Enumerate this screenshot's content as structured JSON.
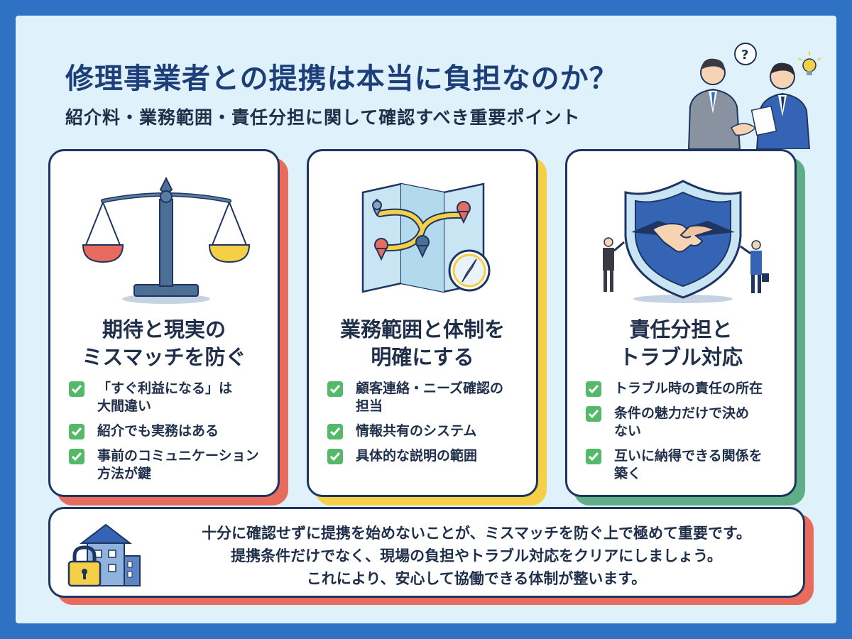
{
  "header": {
    "title": "修理事業者との提携は本当に負担なのか？",
    "subtitle": "紹介料・業務範囲・責任分担に関して確認すべき重要ポイント"
  },
  "colors": {
    "frame": "#2f72c4",
    "background": "#dff1fa",
    "title": "#1d3f79",
    "check": "#55b96a",
    "card1_accent": "#e86c5e",
    "card2_accent": "#f5cf45",
    "card3_accent": "#5fae85"
  },
  "icons": {
    "header": "business-handshake-illustration",
    "card1": "balance-scale-icon",
    "card2": "map-with-compass-icon",
    "card3": "shield-handshake-icon",
    "bottom": "building-lock-icon",
    "check": "check-box-icon"
  },
  "cards": [
    {
      "title_lines": [
        "期待と現実の",
        "ミスマッチを防ぐ"
      ],
      "items": [
        "「すぐ利益になる」は\n大間違い",
        "紹介でも実務はある",
        "事前のコミュニケーション\n方法が鍵"
      ]
    },
    {
      "title_lines": [
        "業務範囲と体制を",
        "明確にする"
      ],
      "items": [
        "顧客連絡・ニーズ確認の\n担当",
        "情報共有のシステム",
        "具体的な説明の範囲"
      ]
    },
    {
      "title_lines": [
        "責任分担と",
        "トラブル対応"
      ],
      "items": [
        "トラブル時の責任の所在",
        "条件の魅力だけで決め\nない",
        "互いに納得できる関係を\n築く"
      ]
    }
  ],
  "summary": {
    "lines": [
      "十分に確認せずに提携を始めないことが、ミスマッチを防ぐ上で極めて重要です。",
      "提携条件だけでなく、現場の負担やトラブル対応をクリアにしましょう。",
      "これにより、安心して協働できる体制が整います。"
    ]
  }
}
